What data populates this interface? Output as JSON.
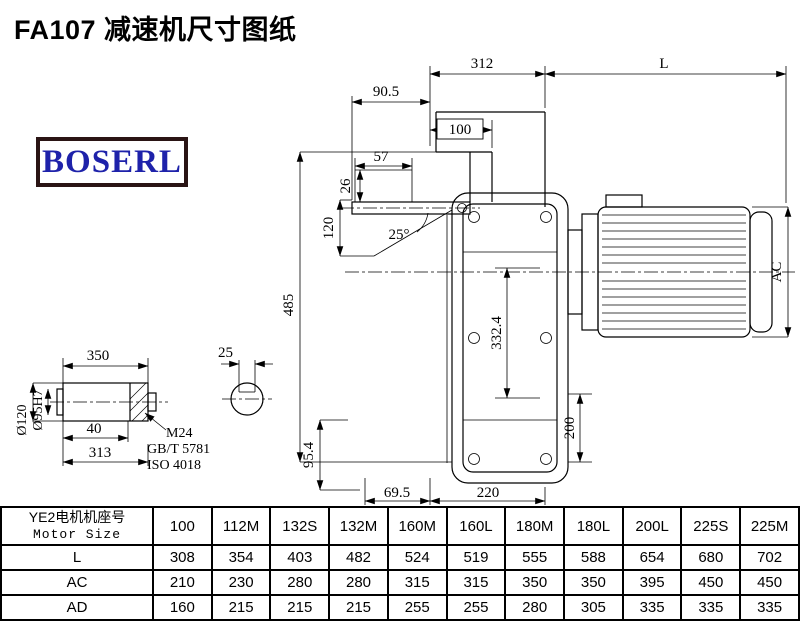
{
  "page": {
    "title": "FA107 减速机尺寸图纸",
    "logo_text": "BOSERL"
  },
  "drawing": {
    "d312": "312",
    "dL": "L",
    "d905": "90.5",
    "d100": "100",
    "d57": "57",
    "d26": "26",
    "d120": "120",
    "a25": "25°",
    "d485": "485",
    "d3324": "332.4",
    "dAC": "AC",
    "d200": "200",
    "d954": "95.4",
    "d695": "69.5",
    "d220": "220"
  },
  "shaft": {
    "d350": "350",
    "d25": "25",
    "dia120": "Ø120",
    "dia95": "Ø95H7",
    "d40": "40",
    "d313": "313",
    "m24": "M24",
    "gb": "GB/T 5781",
    "iso": "ISO 4018"
  },
  "table": {
    "header_cn": "YE2电机机座号",
    "header_en": "Motor Size",
    "columns": [
      "100",
      "112M",
      "132S",
      "132M",
      "160M",
      "160L",
      "180M",
      "180L",
      "200L",
      "225S",
      "225M"
    ],
    "rows": [
      {
        "label": "L",
        "values": [
          "308",
          "354",
          "403",
          "482",
          "524",
          "519",
          "555",
          "588",
          "654",
          "680",
          "702"
        ]
      },
      {
        "label": "AC",
        "values": [
          "210",
          "230",
          "280",
          "280",
          "315",
          "315",
          "350",
          "350",
          "395",
          "450",
          "450"
        ]
      },
      {
        "label": "AD",
        "values": [
          "160",
          "215",
          "215",
          "215",
          "255",
          "255",
          "280",
          "305",
          "335",
          "335",
          "335"
        ]
      }
    ]
  }
}
